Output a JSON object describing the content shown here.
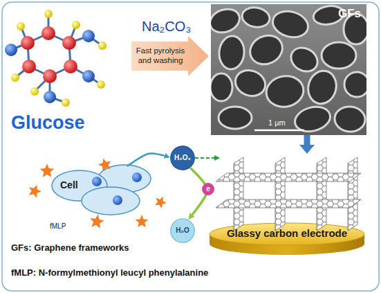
{
  "diagram": {
    "nodes": [
      {
        "text": [
          "Fast pyrolysis and washing"
        ]
      },
      {
        "text": [
          "GFs"
        ]
      },
      {
        "text": [
          "Cell"
        ]
      },
      {
        "text": [
          "H₂O₂"
        ]
      },
      {
        "text": [
          "e"
        ]
      },
      {
        "text": [
          "H₂O"
        ]
      },
      {
        "text": [
          "Glassy carbon electrode"
        ]
      }
    ],
    "edges": [
      {
        "from": 2,
        "to": 3,
        "arrow": "to"
      },
      {
        "from": 3,
        "to": 6,
        "arrow": "to"
      },
      {
        "from": 3,
        "to": 5,
        "arrow": "to"
      },
      {
        "from": 1,
        "to": 6,
        "arrow": "to"
      }
    ],
    "labels": [
      "Na₂CO₃",
      "Glucose",
      "1 μm",
      "fMLP",
      "GFs: Graphene frameworks",
      "fMLP: N-formylmethionyl leucyl phenylalanine"
    ]
  }
}
